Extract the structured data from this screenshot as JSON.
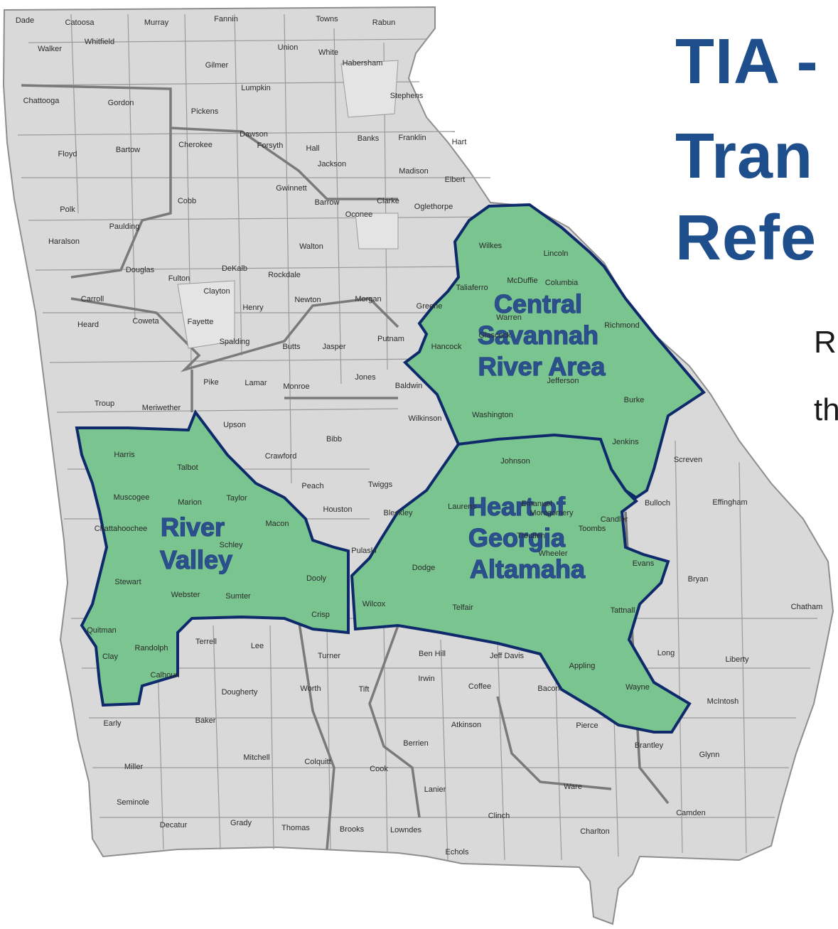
{
  "title": {
    "line1": "TIA -",
    "line2": "Tran",
    "line3": "Refe"
  },
  "subtitle": {
    "line1": "R",
    "line2": "th"
  },
  "colors": {
    "state_fill": "#d9d9d9",
    "county_border": "#8e8e8e",
    "district_border": "#7a7a7a",
    "region_fill": "#79c48f",
    "region_border": "#0e2a6b",
    "title": "#1f4e8c"
  },
  "regions": [
    {
      "name_lines": [
        "Central",
        "Savannah",
        "River Area"
      ]
    },
    {
      "name_lines": [
        "Heart of",
        "Georgia",
        "Altamaha"
      ]
    },
    {
      "name_lines": [
        "River",
        "Valley"
      ]
    }
  ],
  "counties": [
    "Dade",
    "Catoosa",
    "Murray",
    "Fannin",
    "Towns",
    "Rabun",
    "Walker",
    "Whitfield",
    "Gilmer",
    "Union",
    "White",
    "Habersham",
    "Chattooga",
    "Gordon",
    "Lumpkin",
    "Stephens",
    "Pickens",
    "Dawson",
    "Banks",
    "Franklin",
    "Hart",
    "Floyd",
    "Bartow",
    "Cherokee",
    "Forsyth",
    "Hall",
    "Jackson",
    "Madison",
    "Elbert",
    "Gwinnett",
    "Barrow",
    "Clarke",
    "Oglethorpe",
    "Polk",
    "Paulding",
    "Cobb",
    "Oconee",
    "Haralson",
    "Walton",
    "Wilkes",
    "Lincoln",
    "Douglas",
    "Fulton",
    "DeKalb",
    "Rockdale",
    "Carroll",
    "Clayton",
    "Newton",
    "Morgan",
    "Taliaferro",
    "McDuffie",
    "Columbia",
    "Henry",
    "Greene",
    "Warren",
    "Heard",
    "Coweta",
    "Fayette",
    "Richmond",
    "Spalding",
    "Butts",
    "Jasper",
    "Putnam",
    "Hancock",
    "Glascock",
    "Pike",
    "Lamar",
    "Monroe",
    "Jones",
    "Baldwin",
    "Troup",
    "Meriwether",
    "Jefferson",
    "Burke",
    "Washington",
    "Upson",
    "Wilkinson",
    "Bibb",
    "Jenkins",
    "Harris",
    "Talbot",
    "Crawford",
    "Johnson",
    "Screven",
    "Peach",
    "Twiggs",
    "Muscogee",
    "Marion",
    "Taylor",
    "Laurens",
    "Emanuel",
    "Bulloch",
    "Effingham",
    "Houston",
    "Bleckley",
    "Treutlen",
    "Candler",
    "Macon",
    "Chattahoochee",
    "Schley",
    "Montgomery",
    "Toombs",
    "Stewart",
    "Webster",
    "Sumter",
    "Dooly",
    "Pulaski",
    "Dodge",
    "Wheeler",
    "Evans",
    "Bryan",
    "Wilcox",
    "Telfair",
    "Tattnall",
    "Chatham",
    "Quitman",
    "Crisp",
    "Randolph",
    "Terrell",
    "Lee",
    "Turner",
    "Ben Hill",
    "Jeff Davis",
    "Long",
    "Liberty",
    "Irwin",
    "Appling",
    "Clay",
    "Calhoun",
    "Dougherty",
    "Worth",
    "Tift",
    "Coffee",
    "Bacon",
    "Wayne",
    "McIntosh",
    "Early",
    "Baker",
    "Atkinson",
    "Pierce",
    "Berrien",
    "Brantley",
    "Miller",
    "Mitchell",
    "Colquitt",
    "Cook",
    "Glynn",
    "Lanier",
    "Ware",
    "Seminole",
    "Clinch",
    "Camden",
    "Decatur",
    "Grady",
    "Thomas",
    "Brooks",
    "Lowndes",
    "Charlton",
    "Echols"
  ]
}
